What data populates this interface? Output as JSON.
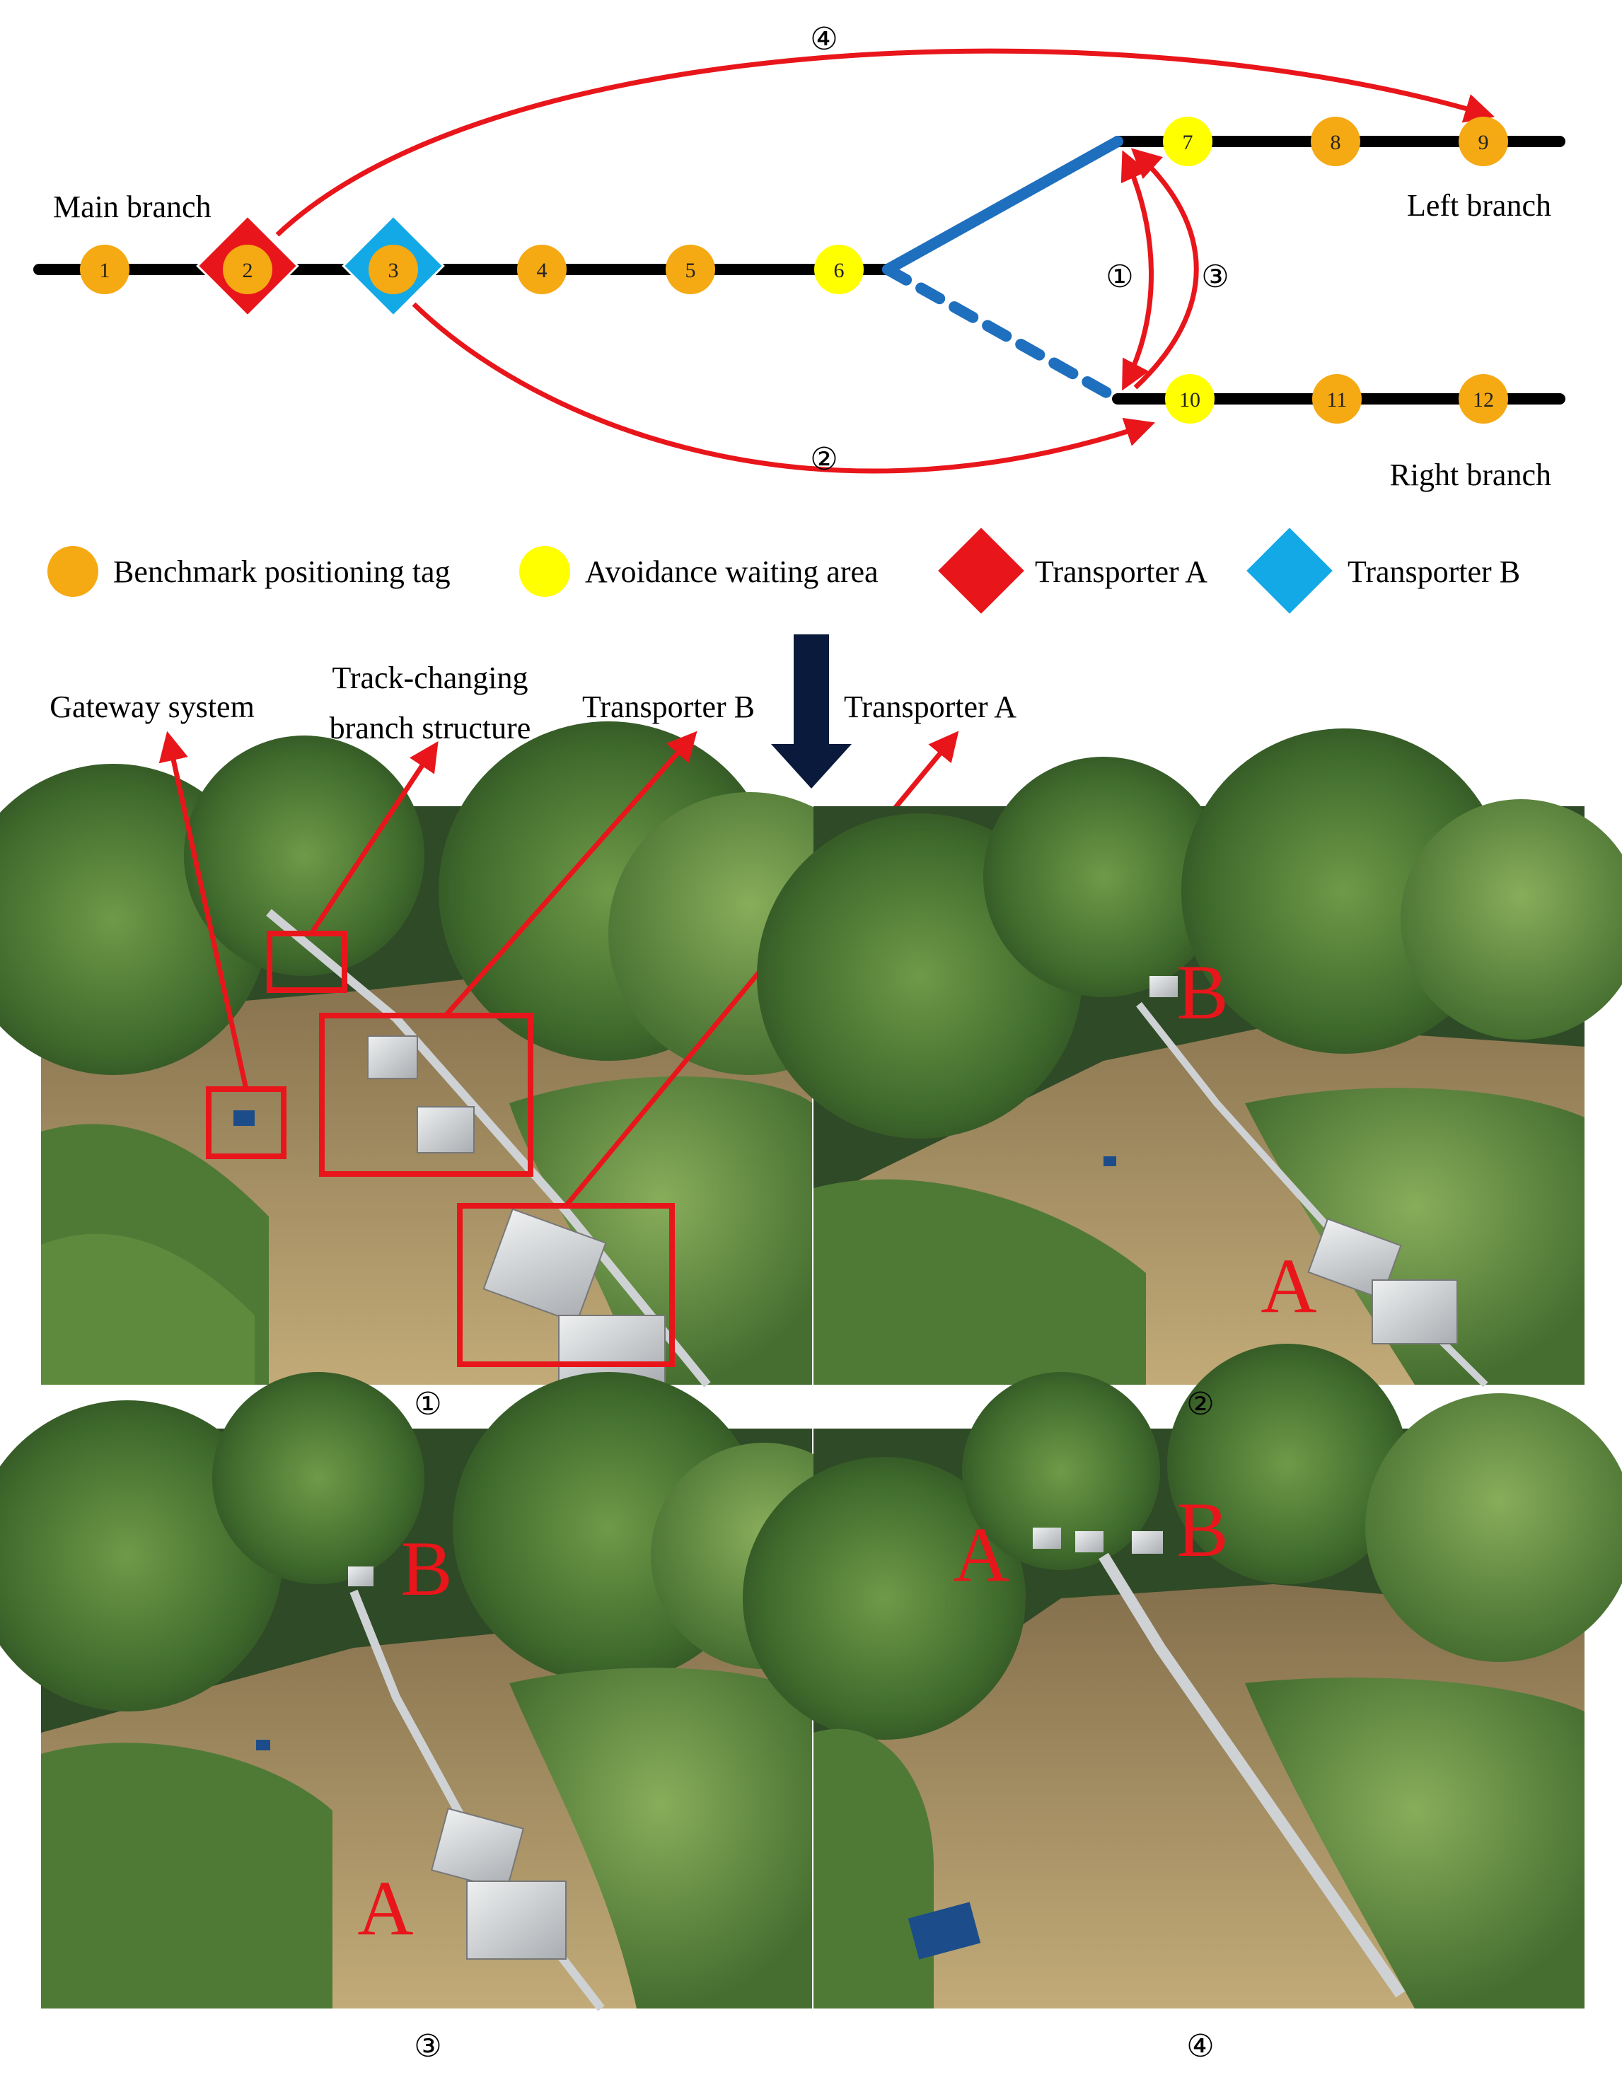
{
  "colors": {
    "benchmark_tag": "#f5a913",
    "avoidance_area": "#ffff00",
    "transporter_a": "#e8161b",
    "transporter_b": "#12a9e6",
    "track": "#000000",
    "link": "#1f6fbf",
    "route_arrow": "#e8161b",
    "leader": "#e8161b",
    "foliage_dark": "#3c5c2c",
    "foliage_mid": "#5e8a3e",
    "ground": "#b79e6a"
  },
  "diagram": {
    "main_branch_label": "Main branch",
    "left_branch_label": "Left branch",
    "right_branch_label": "Right branch",
    "tags": [
      {
        "label": "1",
        "kind": "benchmark"
      },
      {
        "label": "2",
        "kind": "transporter_a"
      },
      {
        "label": "3",
        "kind": "transporter_b"
      },
      {
        "label": "4",
        "kind": "benchmark"
      },
      {
        "label": "5",
        "kind": "benchmark"
      },
      {
        "label": "6",
        "kind": "avoidance"
      },
      {
        "label": "7",
        "kind": "avoidance"
      },
      {
        "label": "8",
        "kind": "benchmark"
      },
      {
        "label": "9",
        "kind": "benchmark"
      },
      {
        "label": "10",
        "kind": "avoidance"
      },
      {
        "label": "11",
        "kind": "benchmark"
      },
      {
        "label": "12",
        "kind": "benchmark"
      }
    ],
    "route_labels": {
      "r1": "①",
      "r2": "②",
      "r3": "③",
      "r4": "④"
    }
  },
  "legend": {
    "benchmark": "Benchmark positioning tag",
    "avoidance": "Avoidance waiting area",
    "transporter_a": "Transporter A",
    "transporter_b": "Transporter B"
  },
  "callouts": {
    "gateway": "Gateway system",
    "track_changing_line1": "Track-changing",
    "track_changing_line2": "branch structure",
    "transporter_b": "Transporter B",
    "transporter_a": "Transporter A"
  },
  "photos": [
    {
      "caption": "①",
      "labels": []
    },
    {
      "caption": "②",
      "labels": [
        "B",
        "A"
      ]
    },
    {
      "caption": "③",
      "labels": [
        "B",
        "A"
      ]
    },
    {
      "caption": "④",
      "labels": [
        "A",
        "B"
      ]
    }
  ]
}
